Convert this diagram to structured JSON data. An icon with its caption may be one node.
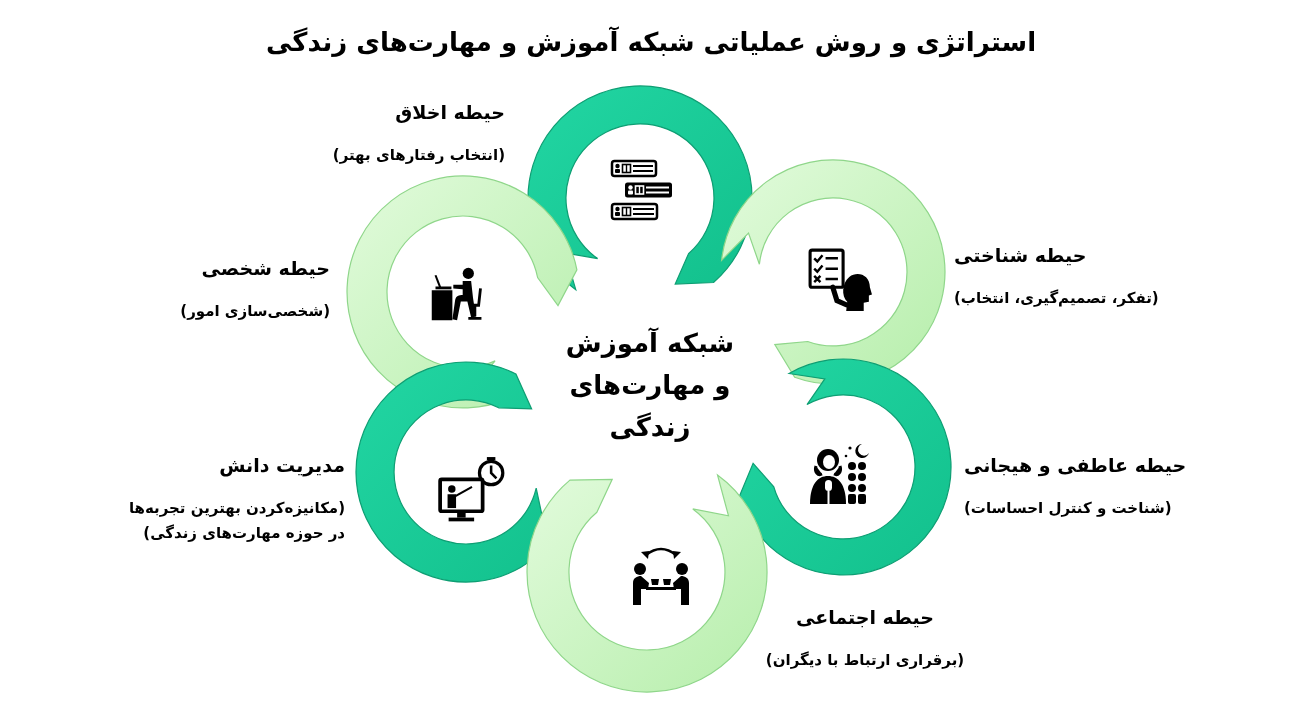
{
  "diagram": {
    "title": "استراتژی و روش عملیاتی شبکه آموزش و مهارت‌های زندگی",
    "nodes": [
      {
        "text": [
          "حیطه اخلاق",
          "(انتخاب رفتارهای بهتر)"
        ]
      },
      {
        "text": [
          "حیطه شناختی",
          "(تفکر، تصمیم‌گیری، انتخاب)"
        ]
      },
      {
        "text": [
          "حیطه شخصی",
          "(شخصی‌سازی امور)"
        ]
      },
      {
        "text": [
          "حیطه عاطفی و هیجانی",
          "(شناخت و کنترل احساسات)"
        ]
      },
      {
        "text": [
          "مدیریت دانش",
          "(مکانیزه‌کردن بهترین تجربه‌ها در حوزه مهارت‌های زندگی)"
        ]
      },
      {
        "text": [
          "حیطه اجتماعی",
          "(برقراری ارتباط با دیگران)"
        ]
      }
    ],
    "labels": [
      "شبکه آموزش و مهارت‌های زندگی"
    ]
  }
}
